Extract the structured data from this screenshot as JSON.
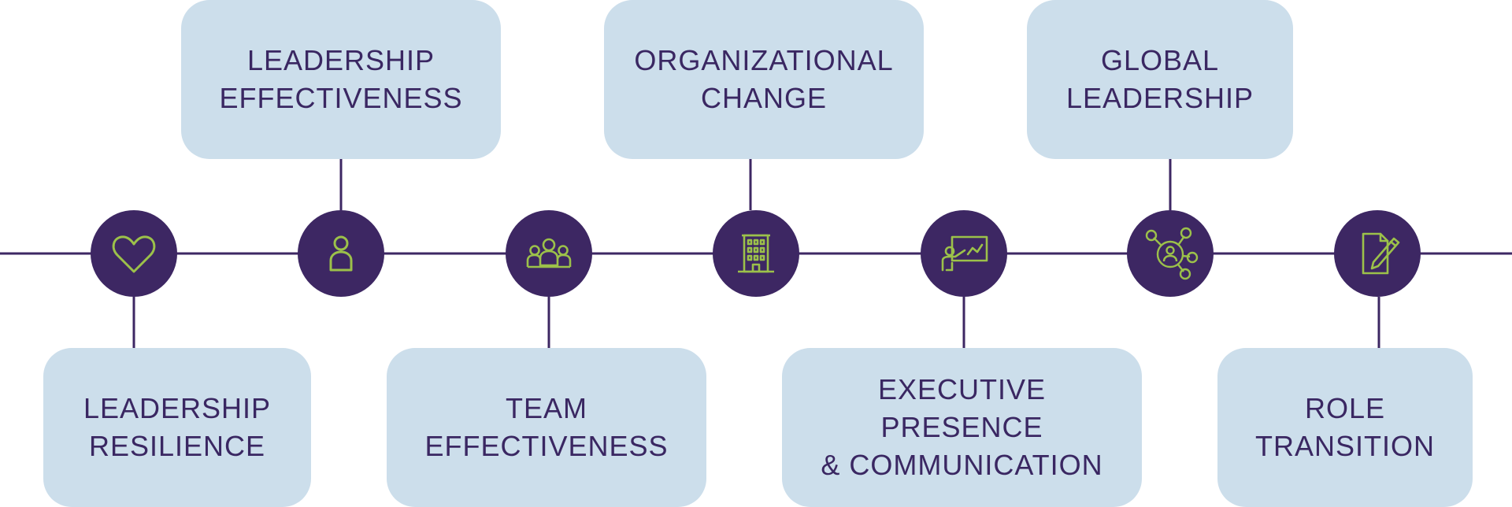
{
  "colors": {
    "card_fill": "#ccdeeb",
    "text": "#3a2762",
    "line": "#3d2763",
    "node_fill": "#3d2763",
    "icon_stroke": "#9cc14a"
  },
  "top_cards": [
    {
      "text": "LEADERSHIP\nEFFECTIVENESS",
      "icon": "person-icon"
    },
    {
      "text": "ORGANIZATIONAL\nCHANGE",
      "icon": "building-icon"
    },
    {
      "text": "GLOBAL\nLEADERSHIP",
      "icon": "network-icon"
    }
  ],
  "bottom_cards": [
    {
      "text": "LEADERSHIP\nRESILIENCE",
      "icon": "heart-icon"
    },
    {
      "text": "TEAM\nEFFECTIVENESS",
      "icon": "team-icon"
    },
    {
      "text": "EXECUTIVE PRESENCE\n& COMMUNICATION",
      "icon": "presentation-icon"
    },
    {
      "text": "ROLE\nTRANSITION",
      "icon": "document-edit-icon"
    }
  ],
  "nodes": [
    {
      "icon": "heart-icon"
    },
    {
      "icon": "person-icon"
    },
    {
      "icon": "team-icon"
    },
    {
      "icon": "building-icon"
    },
    {
      "icon": "presentation-icon"
    },
    {
      "icon": "network-icon"
    },
    {
      "icon": "document-edit-icon"
    }
  ]
}
